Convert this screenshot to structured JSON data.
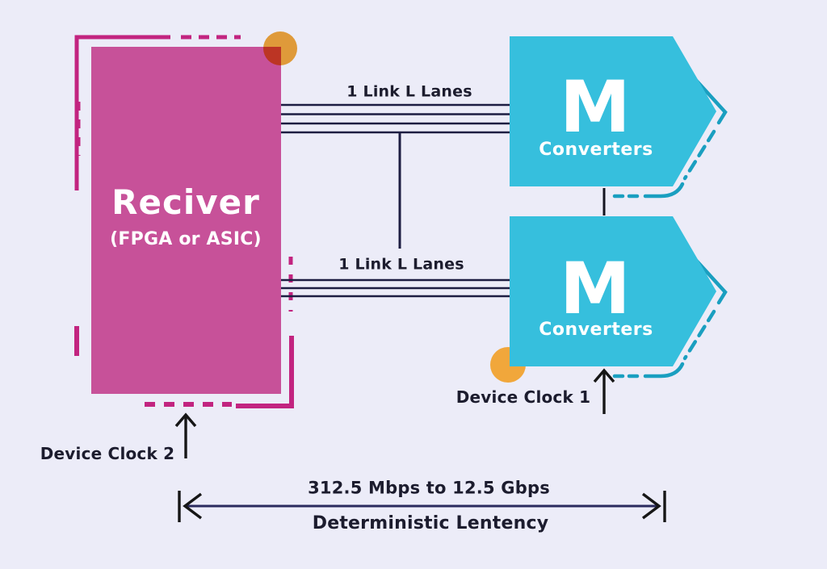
{
  "colors": {
    "background": "#ECECF8",
    "receiver_fill": "#C75199",
    "receiver_accent_stroke": "#C22480",
    "converter_fill": "#36BFDD",
    "converter_outline": "#1A9FC0",
    "wire_navy": "#1D1D42",
    "arrow_black": "#161616",
    "accent_orange": "#F1A73B",
    "text_dark": "#1C1C2E",
    "text_light": "#FFFFFF"
  },
  "receiver": {
    "title": "Reciver",
    "subtitle": "(FPGA or ASIC)"
  },
  "converters": [
    {
      "letter": "M",
      "label": "Converters"
    },
    {
      "letter": "M",
      "label": "Converters"
    }
  ],
  "links": [
    {
      "label": "1 Link L Lanes"
    },
    {
      "label": "1 Link L Lanes"
    }
  ],
  "clocks": [
    {
      "label": "Device Clock 1"
    },
    {
      "label": "Device Clock 2"
    }
  ],
  "measure": {
    "rate": "312.5 Mbps to 12.5 Gbps",
    "latency": "Deterministic Lentency"
  }
}
